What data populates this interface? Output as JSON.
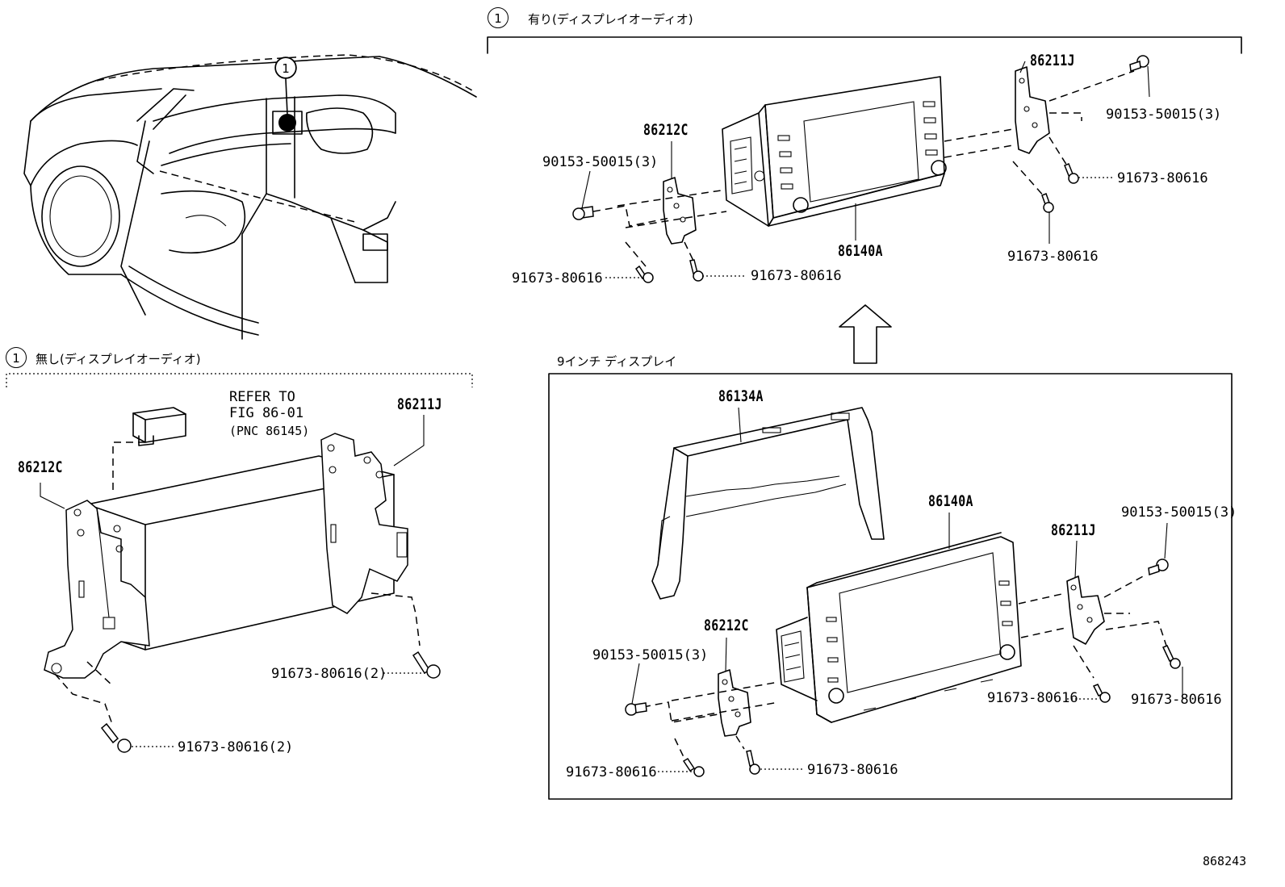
{
  "figure_number": "868243",
  "option_marker": "1",
  "sections": {
    "with_display": {
      "marker": "1",
      "title": "有り(ディスプレイオーディオ)"
    },
    "without_display": {
      "marker": "1",
      "title": "無し(ディスプレイオーディオ)"
    },
    "nine_inch": {
      "title": "9インチ ディスプレイ"
    }
  },
  "without_display_labels": {
    "refer_line1": "REFER TO",
    "refer_line2": "FIG 86-01",
    "refer_line3": "(PNC 86145)",
    "bracket_left": "86212C",
    "bracket_right": "86211J",
    "bolt_right": "91673-80616(2)",
    "bolt_left": "91673-80616(2)"
  },
  "with_display_labels": {
    "bracket_left": "86212C",
    "bracket_right": "86211J",
    "screw_left": "90153-50015(3)",
    "screw_right": "90153-50015(3)",
    "bolt_right_upper": "91673-80616",
    "bolt_right_lower": "91673-80616",
    "bolt_left_a": "91673-80616",
    "bolt_left_b": "91673-80616",
    "display_unit": "86140A"
  },
  "nine_inch_labels": {
    "panel": "86134A",
    "display_unit": "86140A",
    "bracket_right": "86211J",
    "screw_right": "90153-50015(3)",
    "bracket_left": "86212C",
    "screw_left": "90153-50015(3)",
    "bolt_mid": "91673-80616",
    "bolt_far_right": "91673-80616",
    "bolt_left_a": "91673-80616",
    "bolt_left_b": "91673-80616"
  }
}
